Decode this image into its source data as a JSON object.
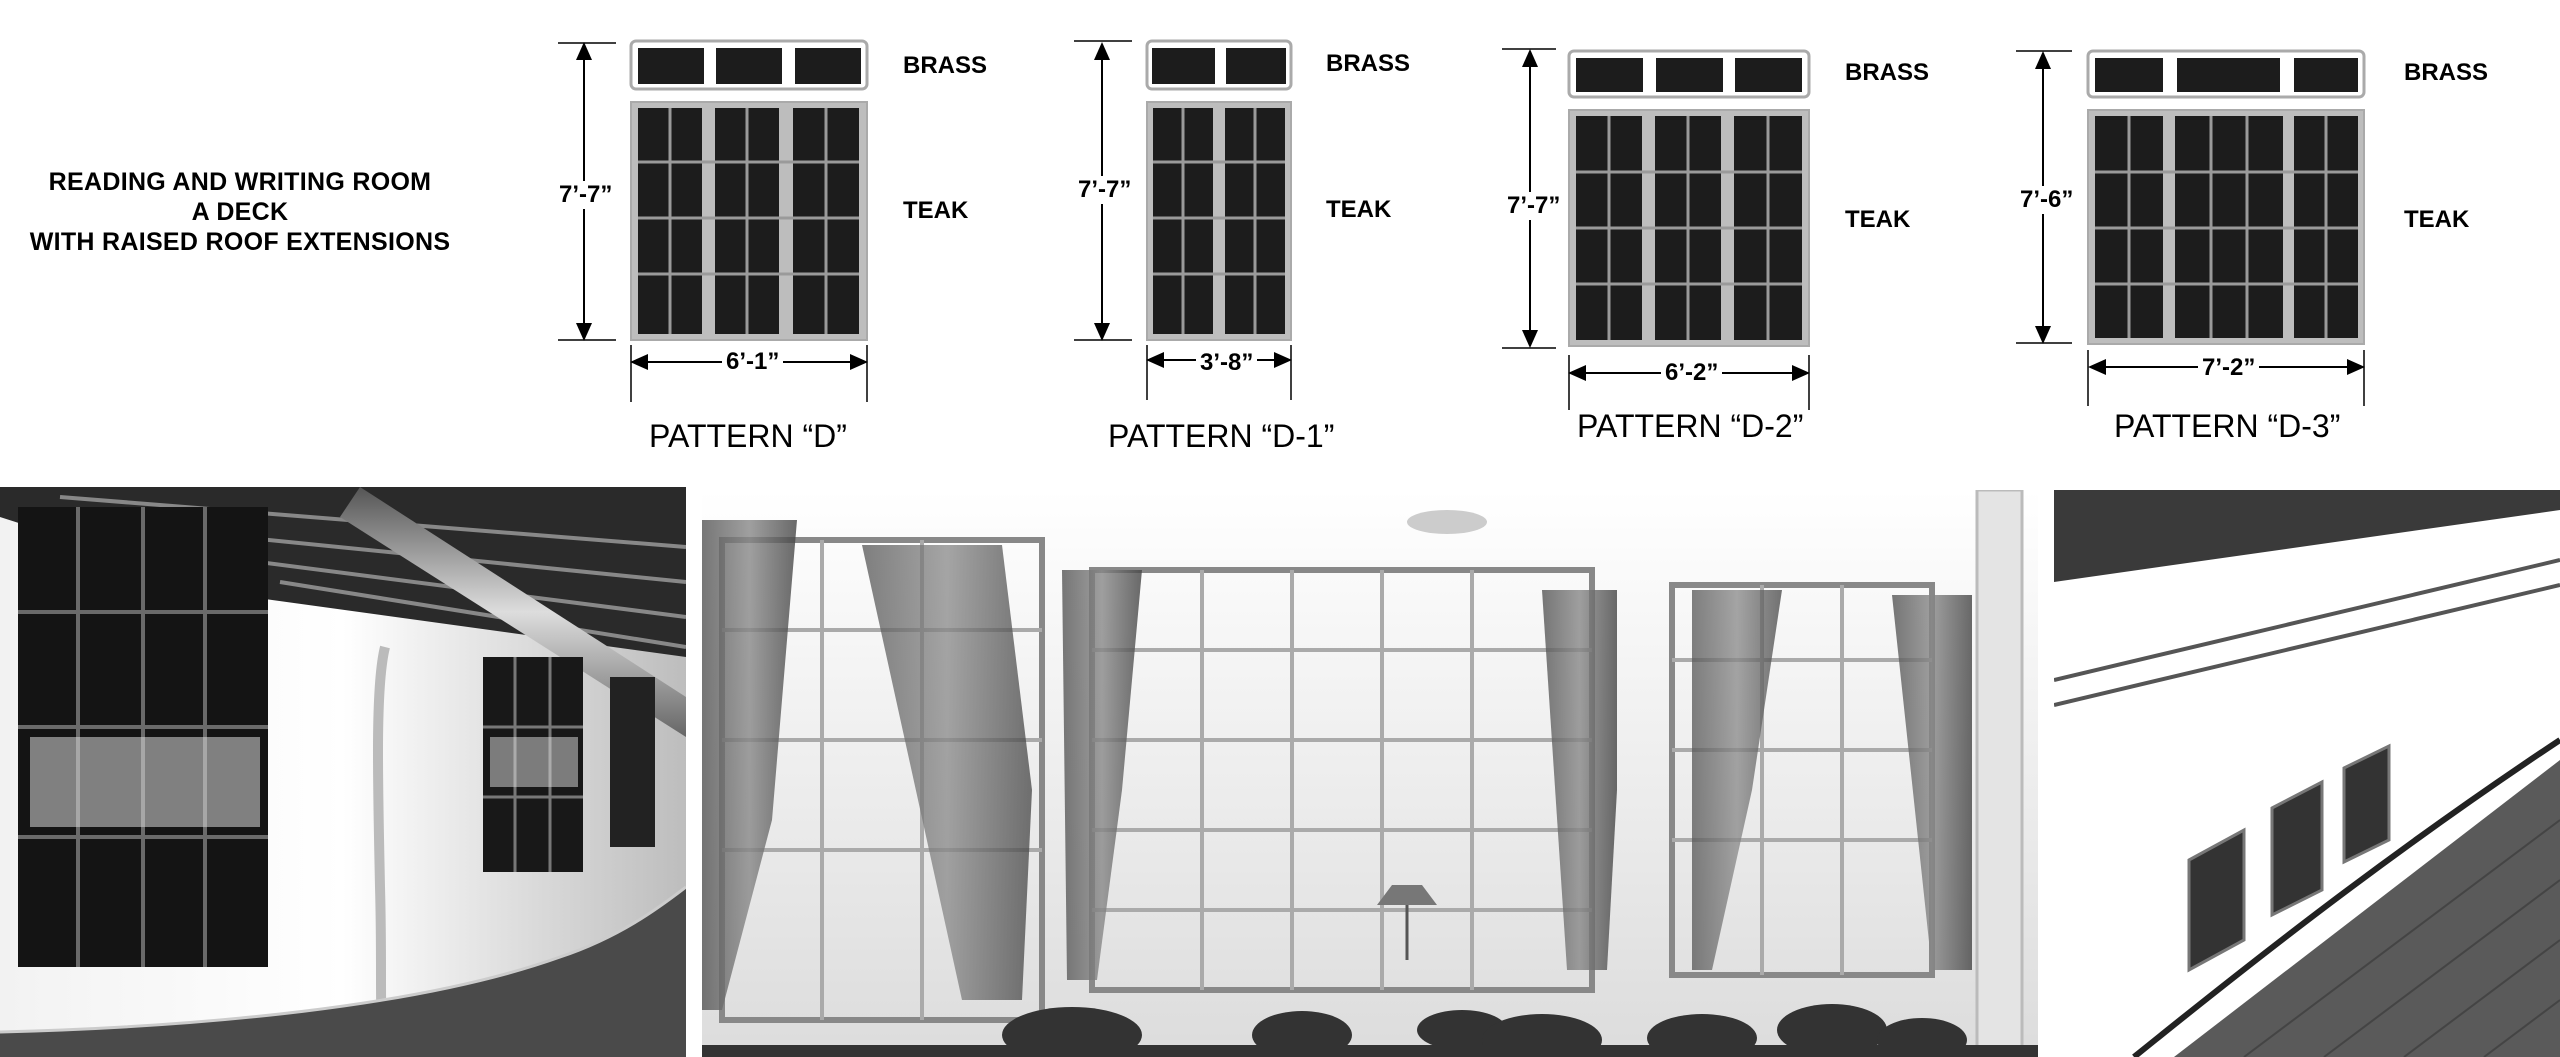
{
  "title": {
    "line1": "READING AND WRITING ROOM",
    "line2": "A DECK",
    "line3": "WITH RAISED ROOF EXTENSIONS"
  },
  "patterns": [
    {
      "label": "PATTERN “D”",
      "height": "7’-7”",
      "width": "6’-1”",
      "top_material": "BRASS",
      "bottom_material": "TEAK"
    },
    {
      "label": "PATTERN “D-1”",
      "height": "7’-7”",
      "width": "3’-8”",
      "top_material": "BRASS",
      "bottom_material": "TEAK"
    },
    {
      "label": "PATTERN “D-2”",
      "height": "7’-7”",
      "width": "6’-2”",
      "top_material": "BRASS",
      "bottom_material": "TEAK"
    },
    {
      "label": "PATTERN “D-3”",
      "height": "7’-6”",
      "width": "7’-2”",
      "top_material": "BRASS",
      "bottom_material": "TEAK"
    }
  ],
  "colors": {
    "pane": "#1c1c1c",
    "frame": "#bdbdbd",
    "background": "#ffffff"
  },
  "photos": [
    {
      "name": "exterior-promenade-photo"
    },
    {
      "name": "reading-room-interior-photo"
    },
    {
      "name": "hull-exterior-photo"
    }
  ]
}
